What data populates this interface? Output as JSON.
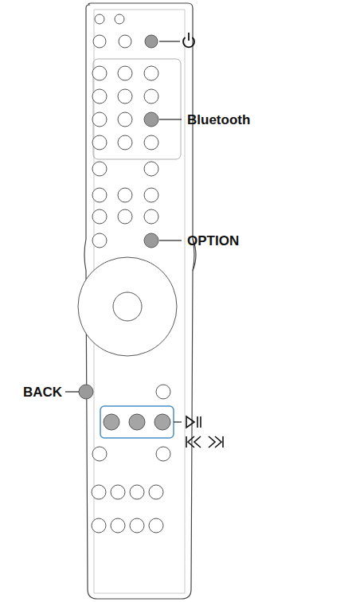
{
  "diagram": {
    "labels": [
      "Bluetooth",
      "OPTION",
      "BACK"
    ]
  }
}
